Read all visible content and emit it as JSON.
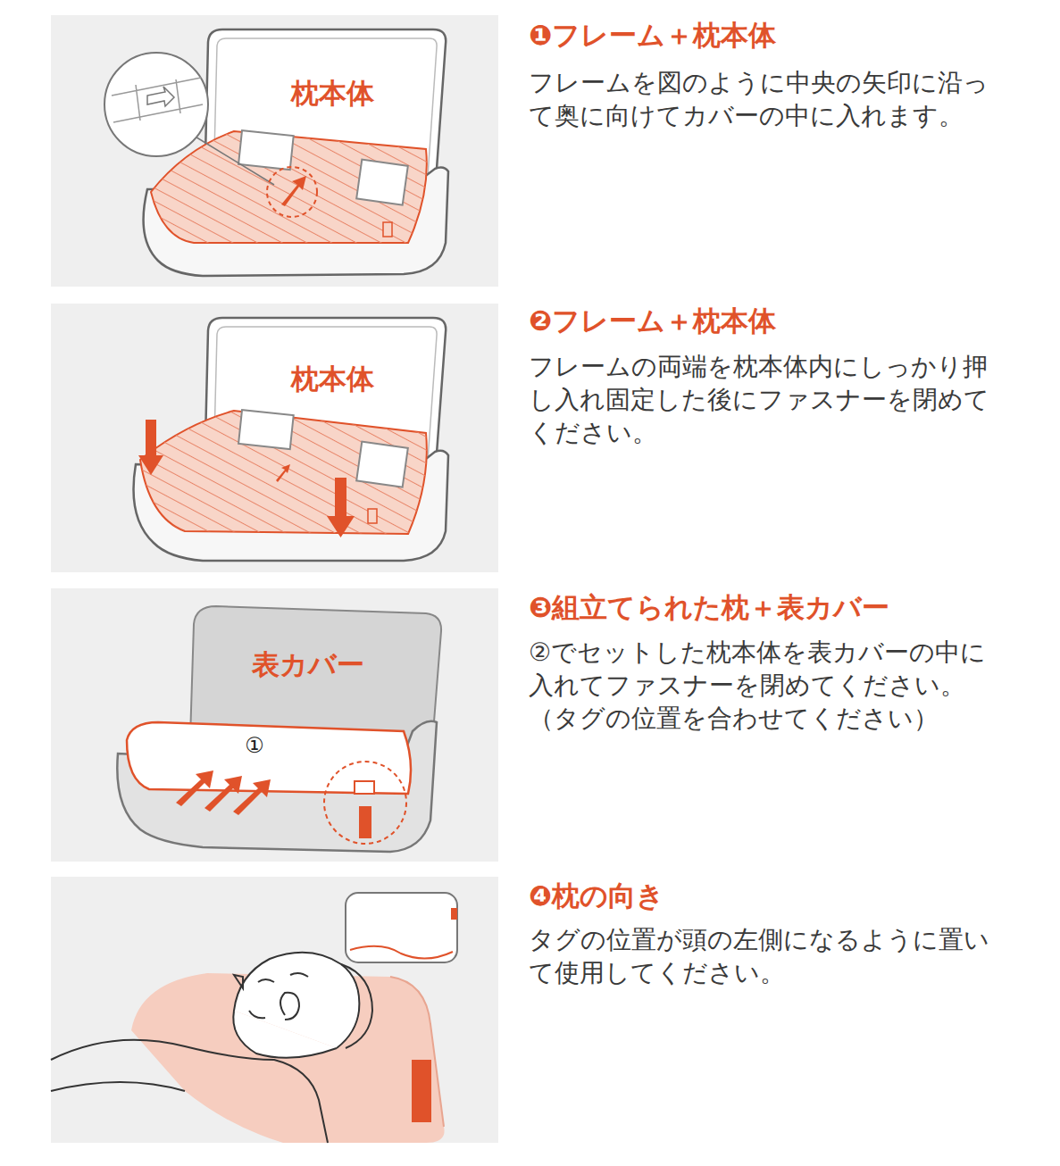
{
  "diagram": {
    "nodes": [
      {
        "text": [
          "枕本体"
        ]
      },
      {
        "text": [
          "枕本体"
        ]
      },
      {
        "text": [
          "表カバー",
          "①"
        ]
      }
    ],
    "labels": [
      "❶フレーム＋枕本体",
      "フレームを図のように中央の矢印に沿って奥に向けてカバーの中に入れます。",
      "❷フレーム＋枕本体",
      "フレームの両端を枕本体内にしっかり押し入れ固定した後にファスナーを閉めてください。",
      "❸組立てられた枕＋表カバー",
      "②でセットした枕本体を表カバーの中に入れてファスナーを閉めてください。（タグの位置を合わせてください）",
      "❹枕の向き",
      "タグの位置が頭の左側になるように置いて使用してください。"
    ]
  }
}
